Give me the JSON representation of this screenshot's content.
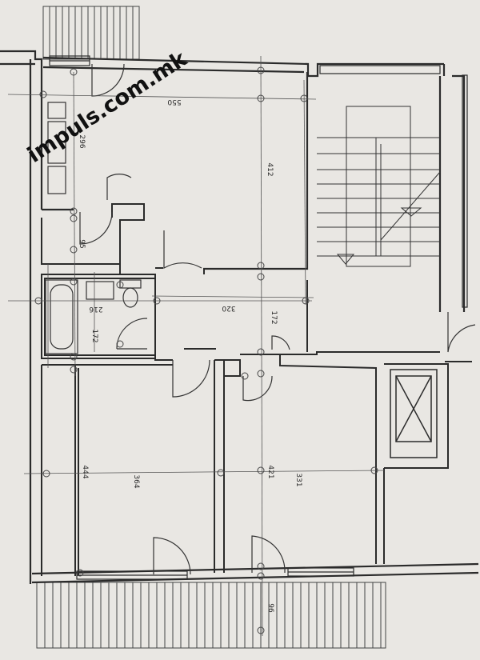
{
  "watermark": "impuls.com.mk",
  "dimensions": {
    "d550": "550",
    "d412": "412",
    "d296": "296",
    "d95": "95",
    "d216": "216",
    "d172a": "172",
    "d172b": "172",
    "d320": "320",
    "d444": "444",
    "d364": "364",
    "d421": "421",
    "d331": "331",
    "d96": "96"
  },
  "colors": {
    "line": "#2b2b2b",
    "paper": "#e9e7e3",
    "thin": "#555555"
  }
}
